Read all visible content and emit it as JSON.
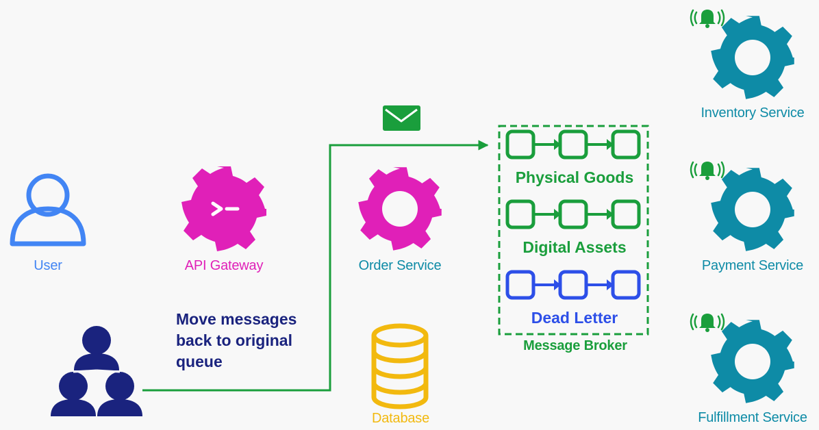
{
  "components": {
    "user": {
      "label": "User",
      "icon": "user-icon",
      "color": "#4285f4"
    },
    "api_gateway": {
      "label": "API Gateway",
      "icon": "terminal-gear-icon",
      "color": "#e020b8"
    },
    "order_service": {
      "label": "Order Service",
      "icon": "gear-icon",
      "color": "#0e8ba6"
    },
    "database": {
      "label": "Database",
      "icon": "database-icon",
      "color": "#f2b90f"
    },
    "admins": {
      "label": "",
      "icon": "group-icon",
      "color": "#1a237e"
    }
  },
  "broker": {
    "label": "Message Broker",
    "color": "#1a9e3c",
    "queues": [
      {
        "label": "Physical Goods",
        "color": "#1a9e3c"
      },
      {
        "label": "Digital Assets",
        "color": "#1a9e3c"
      },
      {
        "label": "Dead Letter",
        "color": "#2d4fe8"
      }
    ]
  },
  "services": [
    {
      "label": "Inventory Service",
      "icon": "gear-icon",
      "alert_icon": "bell-alert-icon"
    },
    {
      "label": "Payment Service",
      "icon": "gear-icon",
      "alert_icon": "bell-alert-icon"
    },
    {
      "label": "Fulfillment Service",
      "icon": "gear-icon",
      "alert_icon": "bell-alert-icon"
    }
  ],
  "service_color": "#0e8ba6",
  "bell_color": "#1a9e3c",
  "message_icon": {
    "icon": "envelope-icon",
    "color": "#1a9e3c"
  },
  "note": {
    "lines": [
      "Move messages",
      "back to original",
      "queue"
    ],
    "color": "#1a237e"
  }
}
